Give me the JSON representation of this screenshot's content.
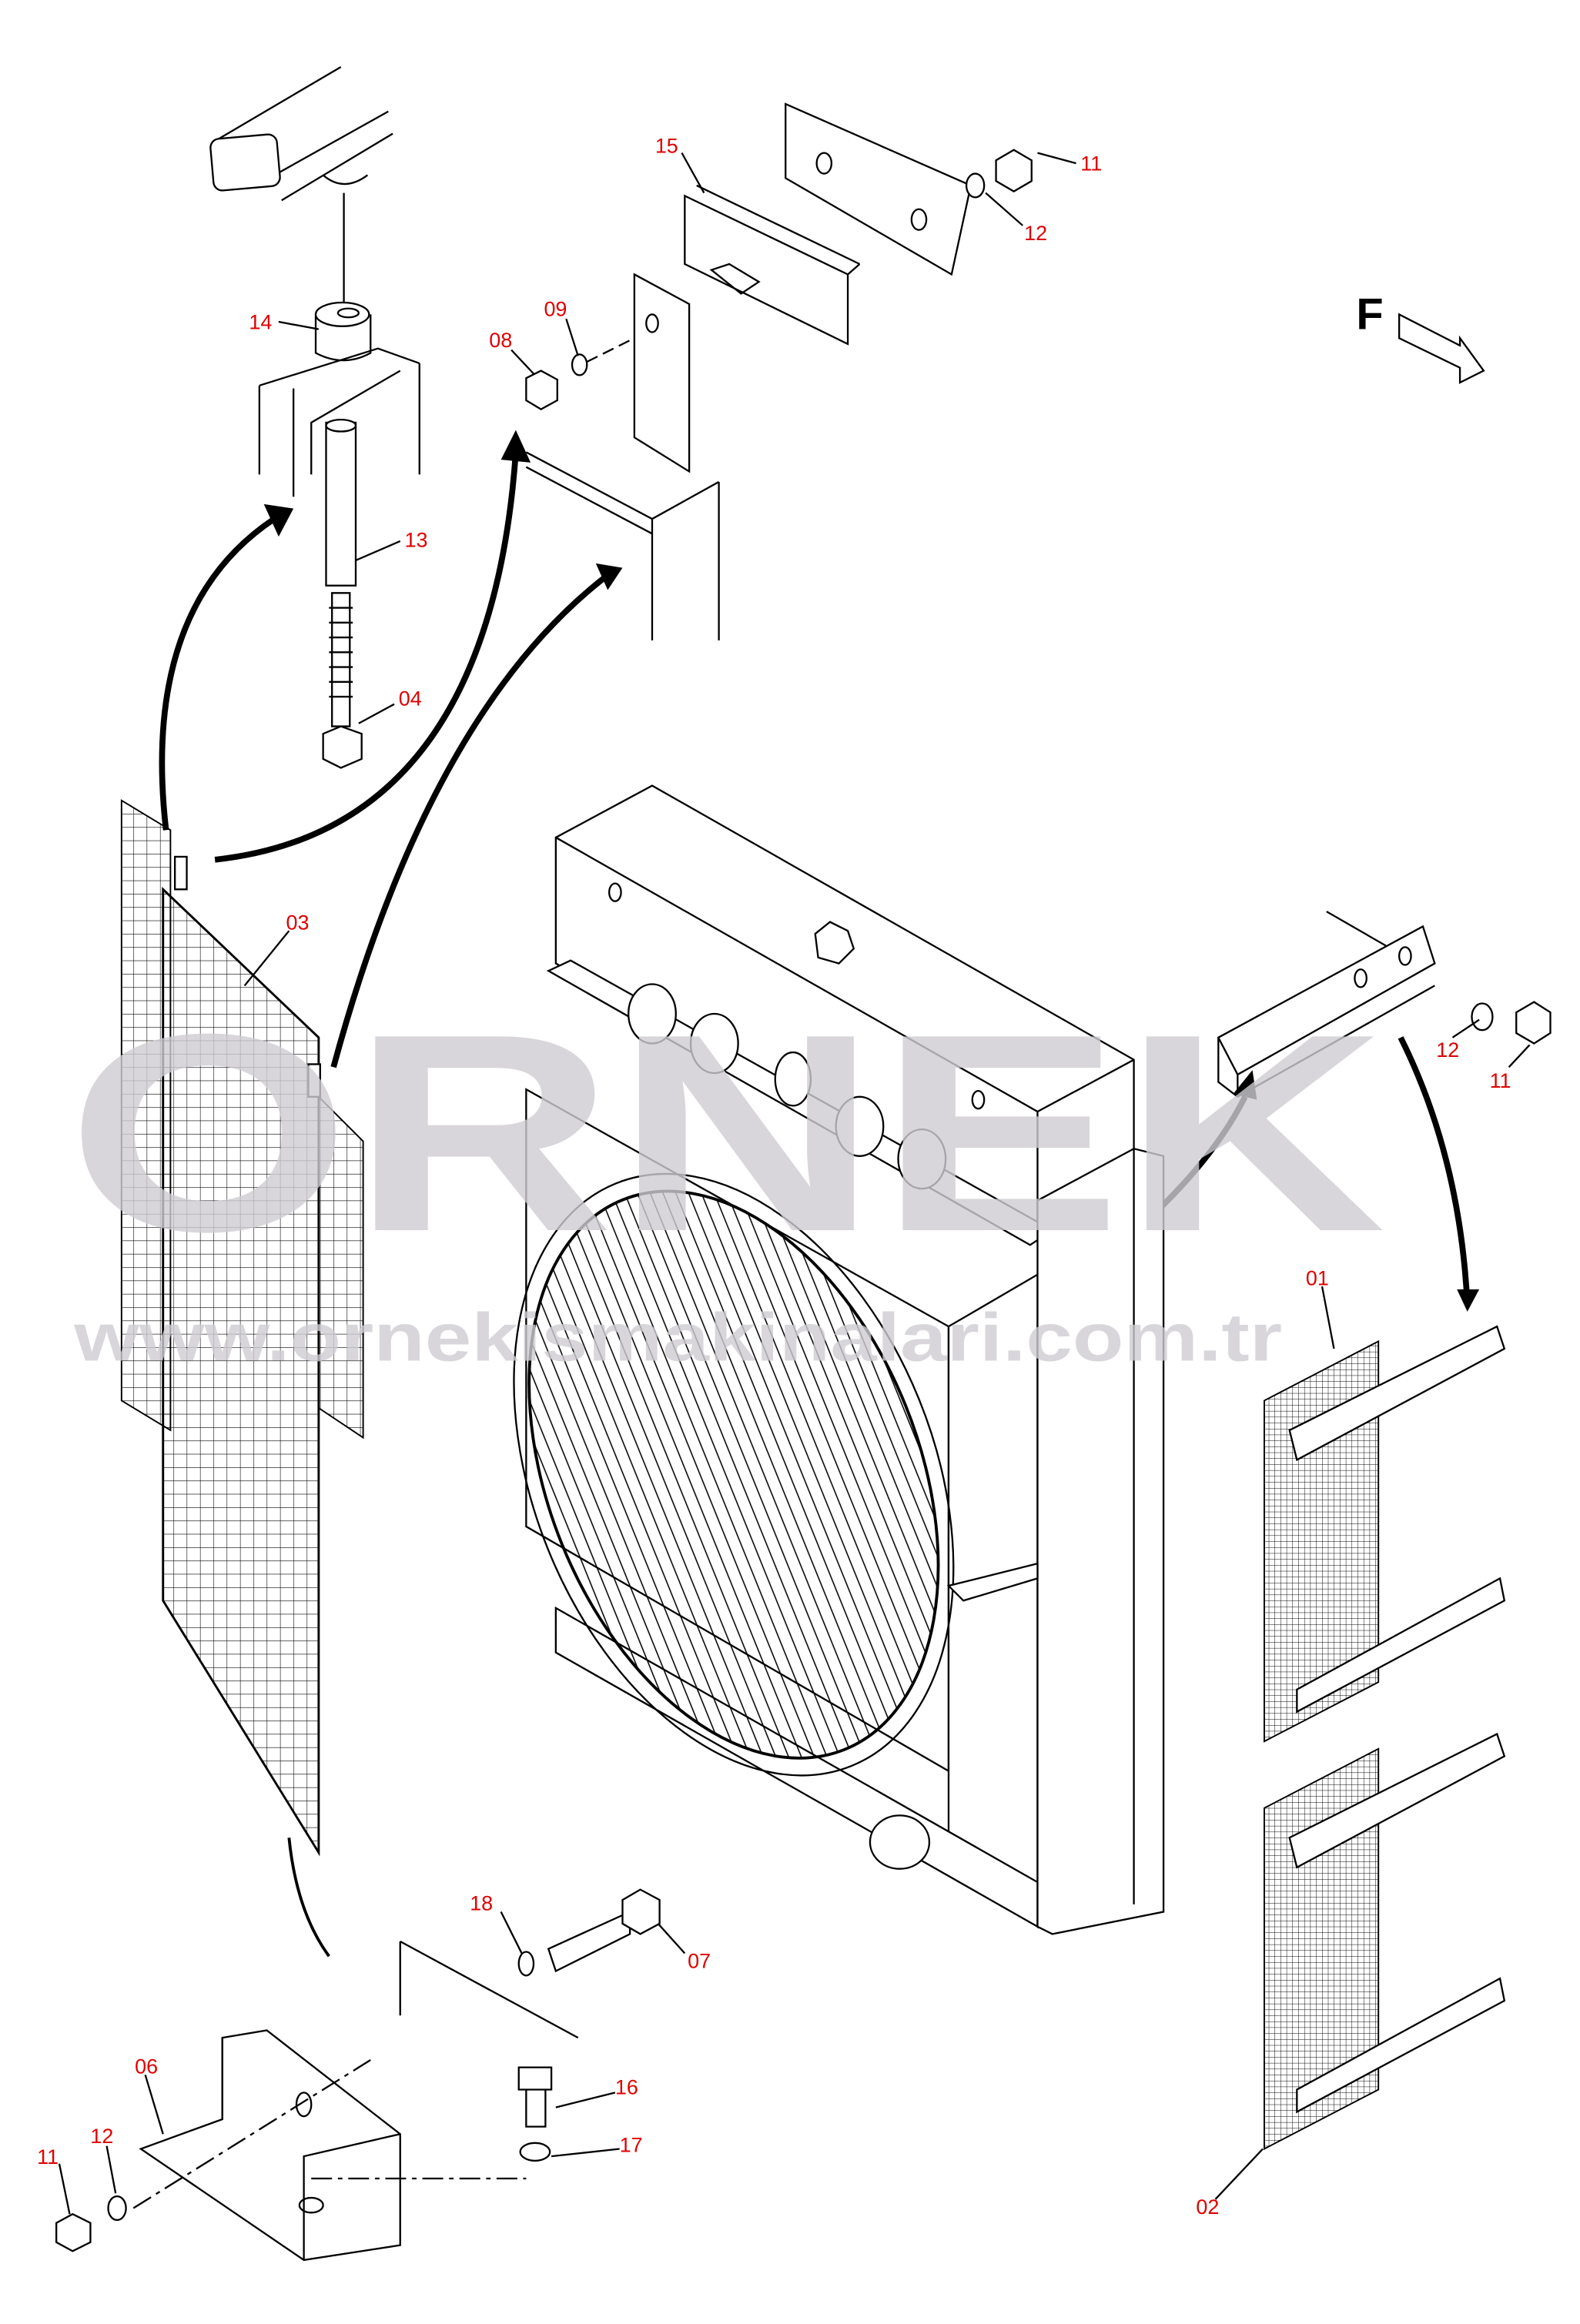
{
  "title": "Radiator and screen mounting exploded parts diagram",
  "direction_marker": "F",
  "watermark": {
    "brand": "ORNEK",
    "url": "www.ornekismakinalari.com.tr"
  },
  "callouts": {
    "c15": "15",
    "c11a": "11",
    "c12a": "12",
    "c14": "14",
    "c09": "09",
    "c08": "08",
    "c13": "13",
    "c04": "04",
    "c03": "03",
    "c12b": "12",
    "c11b": "11",
    "c01": "01",
    "c18": "18",
    "c07": "07",
    "c06": "06",
    "c16": "16",
    "c11c": "11",
    "c12c": "12",
    "c17": "17",
    "c02": "02"
  }
}
